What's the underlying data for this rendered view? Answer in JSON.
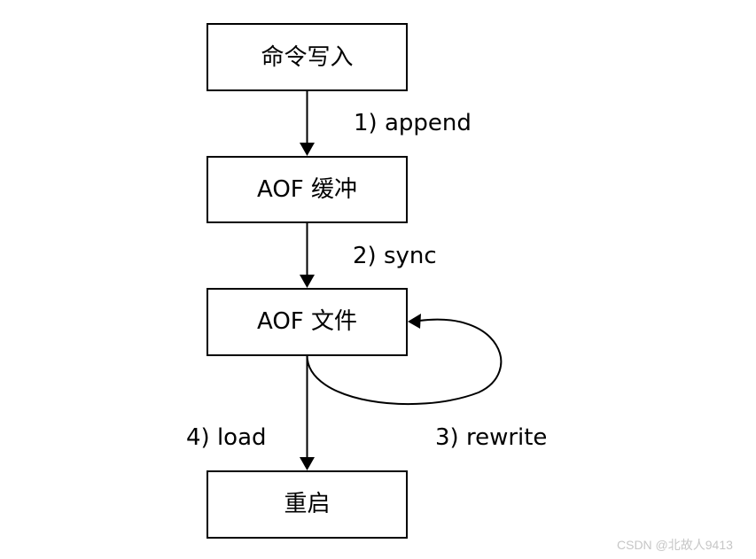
{
  "nodes": {
    "command_write": "命令写入",
    "aof_buffer": "AOF 缓冲",
    "aof_file": "AOF 文件",
    "restart": "重启"
  },
  "edges": {
    "append": "1) append",
    "sync": "2) sync",
    "rewrite": "3) rewrite",
    "load": "4) load"
  },
  "watermark": "CSDN @北故人9413"
}
